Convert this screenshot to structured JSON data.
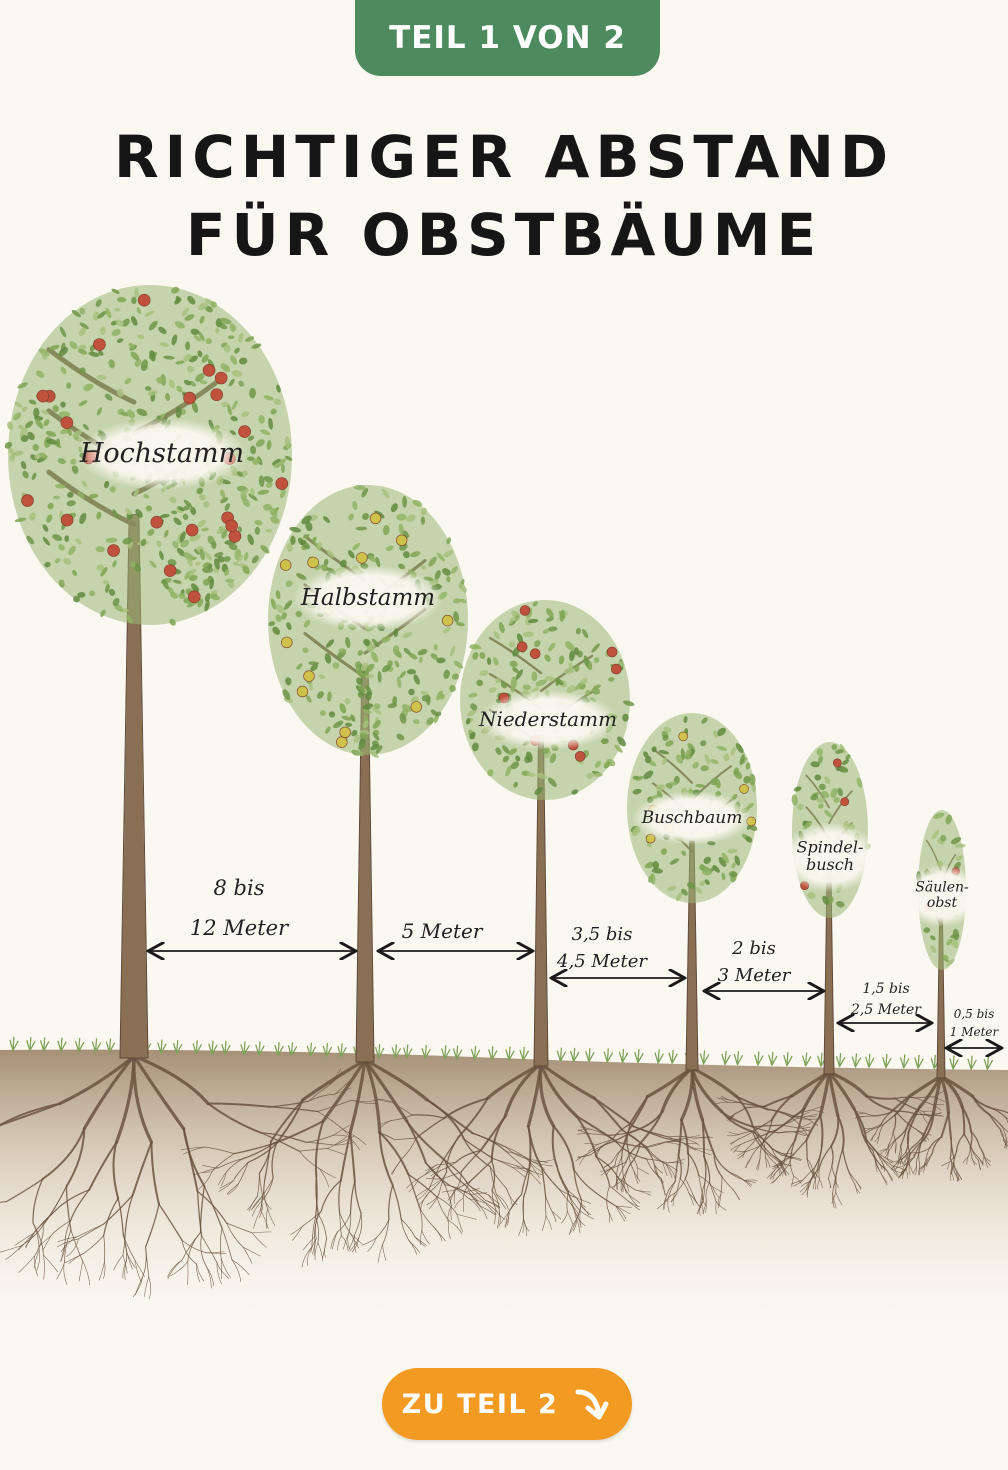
{
  "badge": {
    "label": "TEIL 1 VON 2"
  },
  "title": {
    "line1": "RICHTIGER ABSTAND",
    "line2": "FÜR OBSTBÄUME"
  },
  "trees": [
    {
      "name": "Hochstamm",
      "fruit": "red"
    },
    {
      "name": "Halbstamm",
      "fruit": "yellow"
    },
    {
      "name": "Niederstamm",
      "fruit": "red"
    },
    {
      "name": "Buschbaum",
      "fruit": "yellow"
    },
    {
      "name_line1": "Spindel-",
      "name_line2": "busch",
      "fruit": "red"
    },
    {
      "name_line1": "Säulen-",
      "name_line2": "obst",
      "fruit": "red"
    }
  ],
  "distances": [
    {
      "line1": "8 bis",
      "line2": "12 Meter"
    },
    {
      "line1": "5 Meter"
    },
    {
      "line1": "3,5 bis",
      "line2": "4,5 Meter"
    },
    {
      "line1": "2 bis",
      "line2": "3 Meter"
    },
    {
      "line1": "1,5 bis",
      "line2": "2,5 Meter"
    },
    {
      "line1": "0,5 bis",
      "line2": "1 Meter"
    }
  ],
  "cta": {
    "label": "ZU TEIL 2",
    "icon": "arrow-down-right-icon"
  },
  "colors": {
    "badge": "#4d8a5e",
    "cta": "#f29a22",
    "leaf": "#6f9a4a",
    "trunk": "#8a6f55",
    "soil": "#a38c72",
    "apple_red": "#c0513d",
    "apple_yellow": "#cfc24a"
  }
}
